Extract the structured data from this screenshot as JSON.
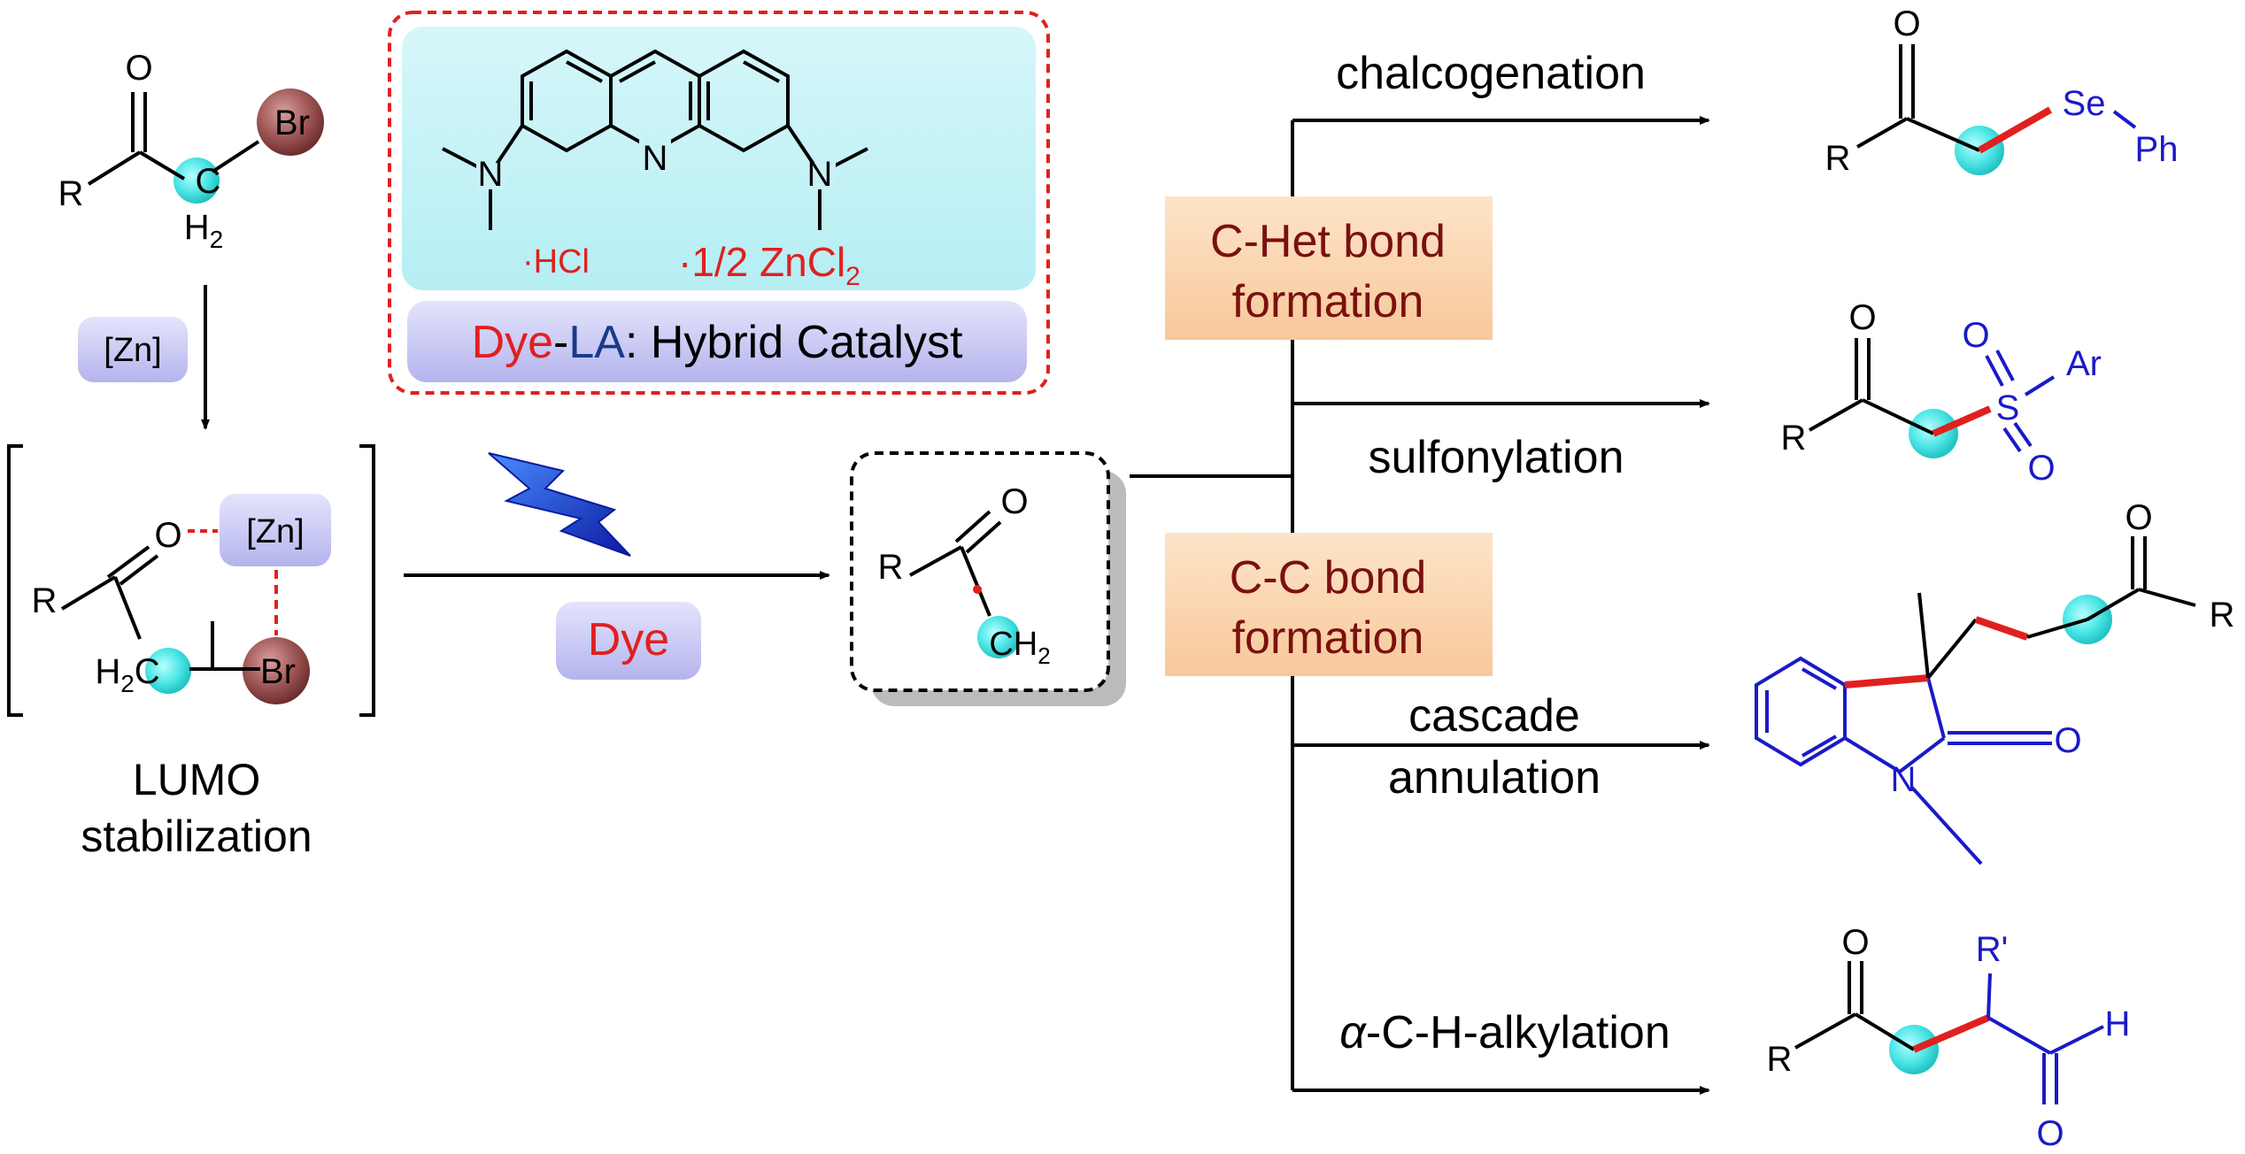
{
  "catalyst": {
    "hcl_label": "·HCl",
    "zncl2_label": "·1/2 ZnCl",
    "zncl2_sub": "2",
    "name_dye": "Dye",
    "name_dash": "-",
    "name_la": "LA",
    "name_rest": ": Hybrid Catalyst",
    "atom_n": "N"
  },
  "left": {
    "atom_o": "O",
    "atom_r": "R",
    "atom_br": "Br",
    "atom_c": "C",
    "atom_h2": "H",
    "sub_2": "2",
    "reagent_zn": "[Zn]",
    "complex_zn": "[Zn]",
    "complex_o": "O",
    "complex_r": "R",
    "complex_h2c": "H",
    "complex_c": "C",
    "complex_br": "Br",
    "caption_line1": "LUMO",
    "caption_line2": "stabilization"
  },
  "middle": {
    "dye_label": "Dye",
    "radical_r": "R",
    "radical_o": "O",
    "radical_ch2": "CH"
  },
  "branches": {
    "cat_het_line1": "C-Het bond",
    "cat_het_line2": "formation",
    "cat_cc_line1": "C-C bond",
    "cat_cc_line2": "formation",
    "chalcogenation": "chalcogenation",
    "sulfonylation": "sulfonylation",
    "cascade_line1": "cascade",
    "cascade_line2": "annulation",
    "alkylation_greek": "α",
    "alkylation_rest": "-C-H-alkylation"
  },
  "products": {
    "p1_o": "O",
    "p1_r": "R",
    "p1_se": "Se",
    "p1_ph": "Ph",
    "p2_o": "O",
    "p2_r": "R",
    "p2_s": "S",
    "p2_so1": "O",
    "p2_so2": "O",
    "p2_ar": "Ar",
    "p3_o": "O",
    "p3_r": "R",
    "p3_o2": "O",
    "p3_n": "N",
    "p4_o": "O",
    "p4_r": "R",
    "p4_rp": "R'",
    "p4_h": "H",
    "p4_o2": "O"
  },
  "colors": {
    "black": "#000000",
    "red": "#e02020",
    "blue": "#1a1ac8",
    "navy": "#1a3a8a",
    "cyan": "#4fe6e6",
    "br_ball": "#8e4444",
    "zn_box": "#c8c8f5",
    "cat_box": "#bff0f4",
    "bond_box": "#fbd7b2",
    "dark_red": "#7a1010"
  }
}
